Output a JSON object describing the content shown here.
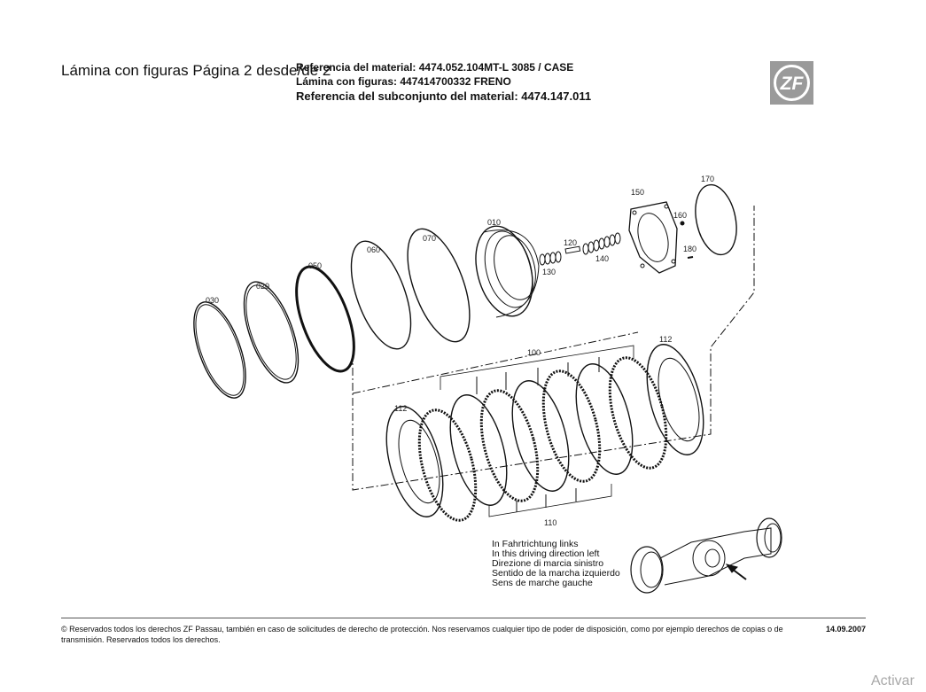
{
  "header": {
    "sheet_title": "Lámina con figuras Página 2 desde/de 2",
    "material_ref": "Referencia del material: 4474.052.104MT-L 3085 / CASE",
    "figure_sheet": "Lámina con figuras: 447414700332   FRENO",
    "subassembly_ref": "Referencia del subconjunto del material: 4474.147.011",
    "logo_text": "ZF"
  },
  "parts": {
    "p030": "030",
    "p020": "020",
    "p050": "050",
    "p060": "060",
    "p070": "070",
    "p010": "010",
    "p120": "120",
    "p130": "130",
    "p140": "140",
    "p150": "150",
    "p160": "160",
    "p170": "170",
    "p180": "180",
    "p100": "100",
    "p112a": "112",
    "p112b": "112",
    "p110": "110"
  },
  "direction_note": [
    "In Fahrtrichtung links",
    "In this driving direction left",
    "Direzione di marcia sinistro",
    "Sentido de la marcha izquierdo",
    "Sens de marche gauche"
  ],
  "footer": {
    "copyright": "© Reservados todos los derechos ZF Passau, también en caso de solicitudes de derecho de protección. Nos reservamos cualquier tipo de poder de disposición, como por ejemplo derechos de copias o de transmisión. Reservados todos los derechos.",
    "date": "14.09.2007"
  },
  "overlay": {
    "activation_text": "Activar"
  },
  "colors": {
    "logo_bg": "#9a9a9a",
    "line": "#111111"
  }
}
